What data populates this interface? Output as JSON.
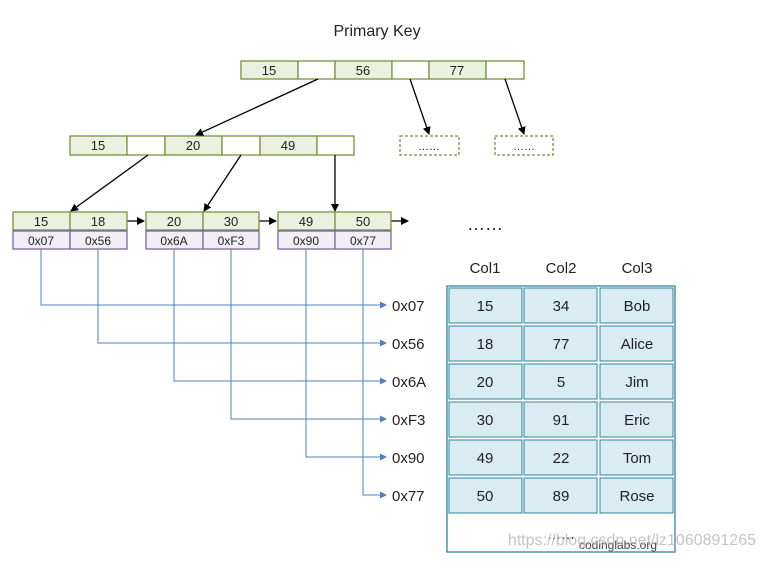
{
  "title": "Primary Key",
  "root_node": {
    "keys": [
      "15",
      "56",
      "77"
    ]
  },
  "placeholder_nodes": [
    "……",
    "……"
  ],
  "internal_node": {
    "keys": [
      "15",
      "20",
      "49"
    ]
  },
  "leaf_nodes": [
    {
      "keys": [
        "15",
        "18"
      ],
      "addresses": [
        "0x07",
        "0x56"
      ]
    },
    {
      "keys": [
        "20",
        "30"
      ],
      "addresses": [
        "0x6A",
        "0xF3"
      ]
    },
    {
      "keys": [
        "49",
        "50"
      ],
      "addresses": [
        "0x90",
        "0x77"
      ]
    }
  ],
  "leaf_ellipsis": "……",
  "address_labels": [
    "0x07",
    "0x56",
    "0x6A",
    "0xF3",
    "0x90",
    "0x77"
  ],
  "table": {
    "headers": [
      "Col1",
      "Col2",
      "Col3"
    ],
    "rows": [
      [
        "15",
        "34",
        "Bob"
      ],
      [
        "18",
        "77",
        "Alice"
      ],
      [
        "20",
        "5",
        "Jim"
      ],
      [
        "30",
        "91",
        "Eric"
      ],
      [
        "49",
        "22",
        "Tom"
      ],
      [
        "50",
        "89",
        "Rose"
      ]
    ],
    "footer": "……"
  },
  "credit": "codinglabs.org",
  "watermark": "https://blog.csdn.net/lz1060891265",
  "colors": {
    "key_fill": "#ebf1de",
    "key_border": "#77933c",
    "addr_fill": "#f2eef7",
    "addr_border": "#8064a2",
    "table_fill": "#d8ecf2",
    "table_border": "#31859c",
    "pointer_line": "#4f81bd"
  }
}
